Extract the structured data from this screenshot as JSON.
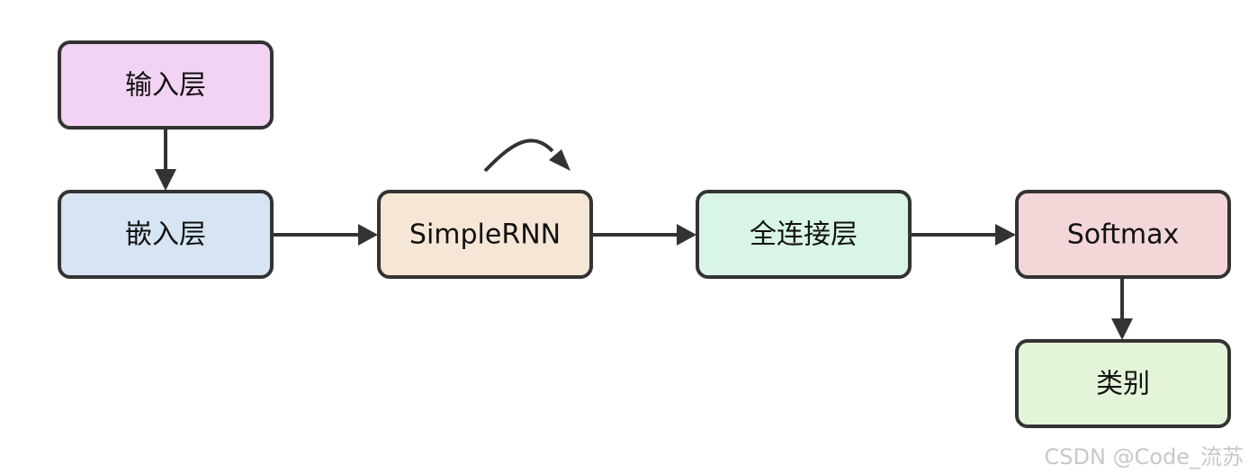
{
  "nodes": {
    "input_layer": {
      "label": "输入层",
      "fill": "#f2d3f3"
    },
    "embedding_layer": {
      "label": "嵌入层",
      "fill": "#d6e4f3"
    },
    "simple_rnn": {
      "label": "SimpleRNN",
      "fill": "#f5e6d6"
    },
    "dense_layer": {
      "label": "全连接层",
      "fill": "#d9f5e6"
    },
    "softmax": {
      "label": "Softmax",
      "fill": "#f3d6d8"
    },
    "category": {
      "label": "类别",
      "fill": "#e4f4d8"
    }
  },
  "colors": {
    "stroke": "#333333",
    "background": "#ffffff",
    "watermark": "#c8c8c8"
  },
  "watermark": "CSDN @Code_流苏"
}
